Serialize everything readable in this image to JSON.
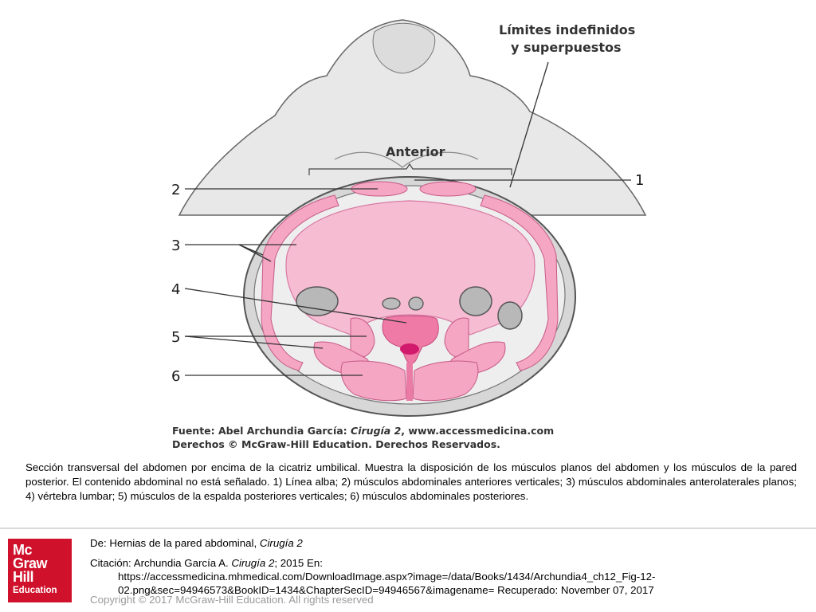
{
  "figure": {
    "title": "Límites indefinidos\ny superpuestos",
    "title_line1": "Límites indefinidos",
    "title_line2": "y superpuestos",
    "anterior_label": "Anterior",
    "labels": [
      "1",
      "2",
      "3",
      "4",
      "5",
      "6"
    ],
    "source_line1": "Fuente: Abel Archundia García: Cirugía 2, www.accessmedicina.com",
    "source_prefix": "Fuente: Abel Archundia García: ",
    "source_book": "Cirugía 2",
    "source_suffix": ", www.accessmedicina.com",
    "source_line2": "Derechos © McGraw-Hill Education. Derechos Reservados.",
    "colors": {
      "muscle": "#f4a6c2",
      "muscle_dark": "#e97ba5",
      "cavity": "#f6bcd2",
      "outline": "#555555",
      "skin": "#e6e6e6"
    }
  },
  "caption": "Sección transversal del abdomen por encima de la cicatriz umbilical. Muestra la disposición de los músculos planos del abdomen y los músculos de la pared posterior. El contenido abdominal no está señalado. 1) Línea alba; 2) músculos abdominales anteriores verticales; 3) músculos abdominales anterolaterales planos; 4) vértebra lumbar; 5) músculos de la espalda posteriores verticales; 6) músculos abdominales posteriores.",
  "logo": {
    "line1": "Mc",
    "line2": "Graw",
    "line3": "Hill",
    "line4": "Education"
  },
  "credits": {
    "de_prefix": "De: Hernias de la pared abdominal, ",
    "de_book": "Cirugía 2",
    "citation_prefix": "Citación: Archundia García A. ",
    "citation_book": "Cirugía 2",
    "citation_suffix": "; 2015 En:",
    "url_line1": "https://accessmedicina.mhmedical.com/DownloadImage.aspx?image=/data/Books/1434/Archundia4_ch12_Fig-12-",
    "url_line2": "02.png&sec=94946573&BookID=1434&ChapterSecID=94946567&imagename= Recuperado: November 07, 2017",
    "copyright": "Copyright © 2017 McGraw-Hill Education. All rights reserved"
  }
}
